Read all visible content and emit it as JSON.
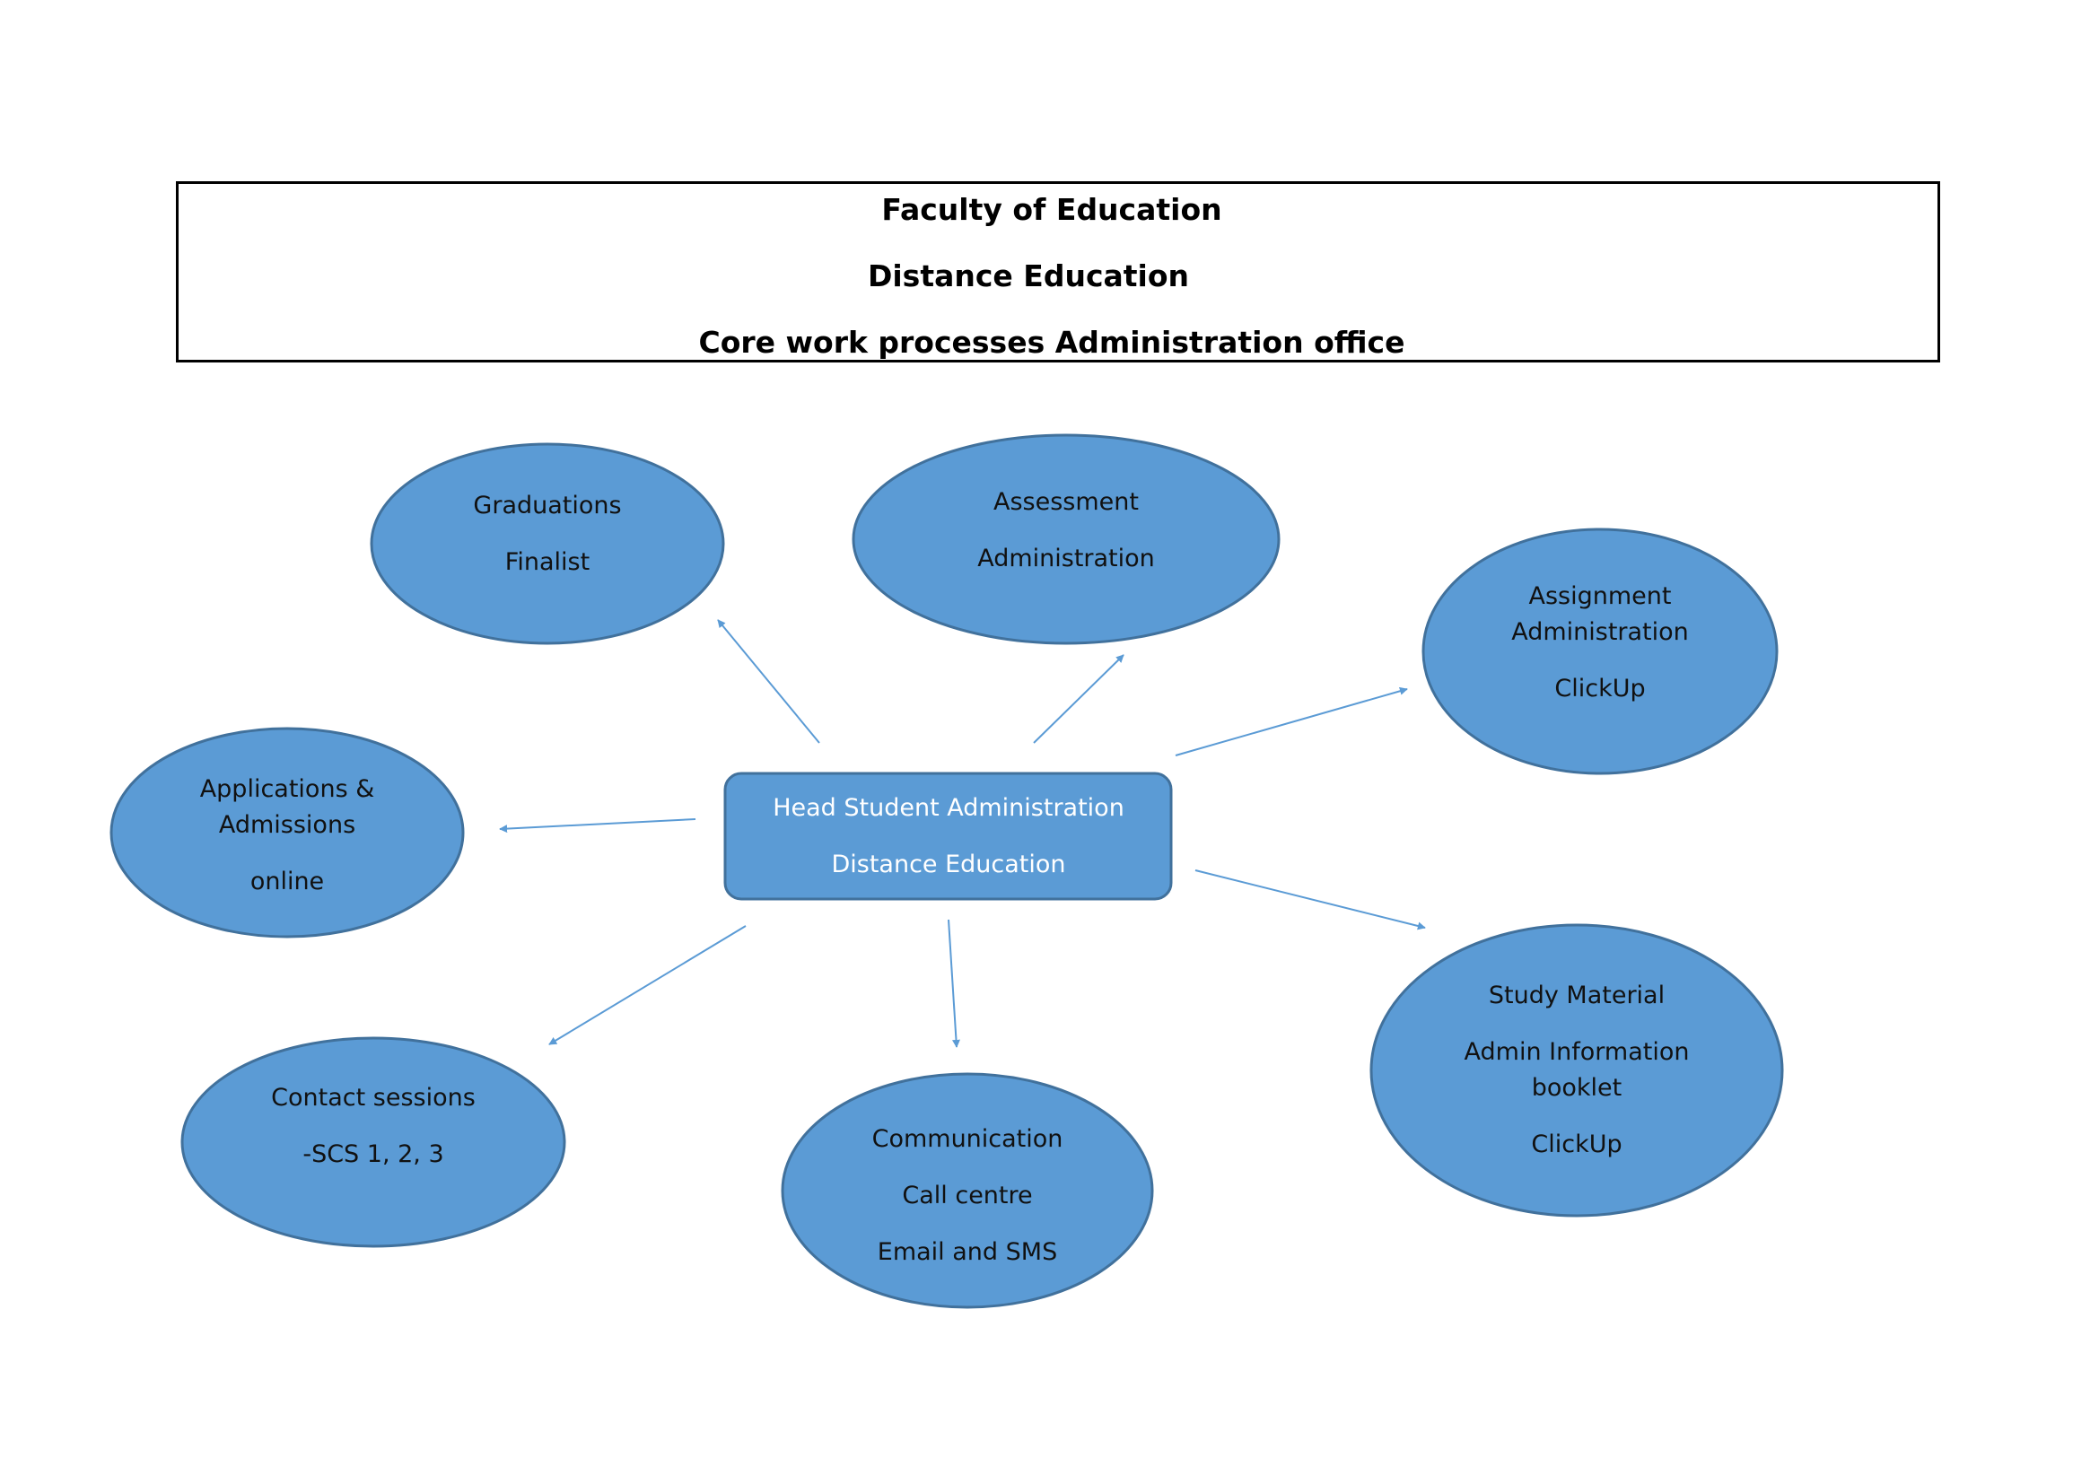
{
  "header": {
    "line1": "Faculty of Education",
    "line2": "Distance Education",
    "line3": "Core work processes Administration office"
  },
  "hub": {
    "line1": "Head Student Administration",
    "line2": "Distance Education"
  },
  "nodes": {
    "graduations": {
      "line1": "Graduations",
      "line2": "Finalist"
    },
    "assessment": {
      "line1": "Assessment",
      "line2": "Administration"
    },
    "assignment": {
      "line1": "Assignment",
      "line2": "Administration",
      "line3": "ClickUp"
    },
    "applications": {
      "line1": "Applications &",
      "line2": "Admissions",
      "line3": "online"
    },
    "study_material": {
      "line1": "Study Material",
      "line2": "Admin Information",
      "line3": "booklet",
      "line4": "ClickUp"
    },
    "contact": {
      "line1": "Contact sessions",
      "line2": "-SCS 1, 2, 3"
    },
    "communication": {
      "line1": "Communication",
      "line2": "Call centre",
      "line3": "Email and SMS"
    }
  },
  "colors": {
    "node_fill": "#5b9bd5",
    "node_stroke": "#41719c",
    "arrow": "#5b9bd5"
  }
}
